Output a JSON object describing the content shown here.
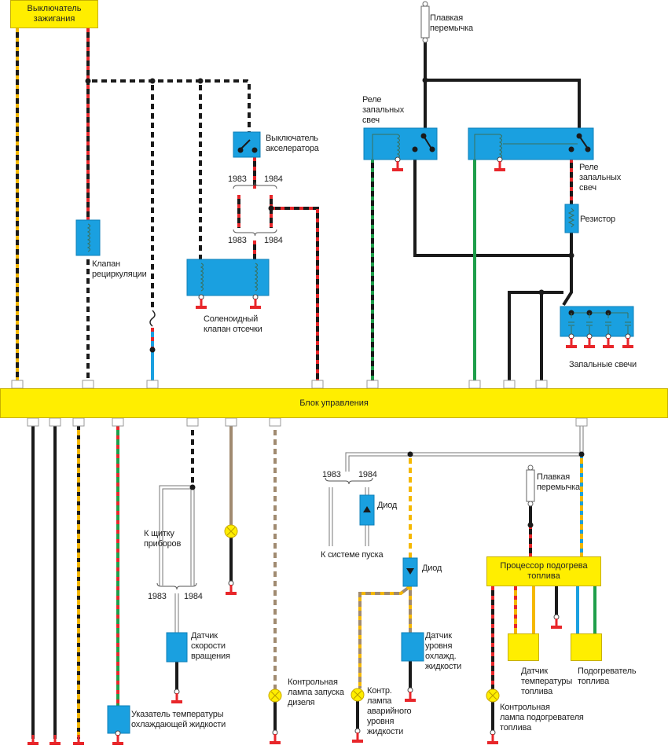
{
  "diagram": {
    "title": "Схема системы управления дизелем",
    "ignition_switch": "Выключатель\nзажигания",
    "control_unit": "Блок управления",
    "fuse_top": "Плавкая\nперемычка",
    "glow_relay_1": "Реле\nзапальных\nсвеч",
    "glow_relay_2": "Реле\nзапальных\nсвеч",
    "resistor": "Резистор",
    "glow_plugs": "Запальные свечи",
    "accel_switch": "Выключатель\nакселератора",
    "recirc_valve": "Клапан\nрециркуляции",
    "solenoid_valve": "Соленоидный\nклапан отсечки",
    "year_1983": "1983",
    "year_1984": "1984",
    "to_dashboard": "К щитку\nприборов",
    "speed_sensor": "Датчик\nскорости\nвращения",
    "coolant_temp_gauge": "Указатель температуры\nохлаждающей жидкости",
    "diesel_start_lamp": "Контрольная\nлампа запуска\nдизеля",
    "diode_1": "Диод",
    "diode_2": "Диод",
    "to_start_system": "К системе пуска",
    "coolant_level_sensor": "Датчик\nуровня\nохлажд.\nжидкости",
    "coolant_level_lamp": "Контр.\nлампа\nаварийного\nуровня\nжидкости",
    "fuse_bottom": "Плавкая\nперемычка",
    "fuel_heat_processor": "Процессор подогрева\nтоплива",
    "fuel_temp_sensor": "Датчик\nтемпературы\nтоплива",
    "fuel_heater": "Подогреватель\nтоплива",
    "fuel_heater_lamp": "Контрольная\nлампа подогревателя\nтоплива"
  },
  "colors": {
    "black": "#1a1a1a",
    "red": "#e8262a",
    "yellow": "#ffee00",
    "orange_yellow": "#f5b800",
    "green": "#1e9e4a",
    "blue": "#1aa0e0",
    "brown": "#a08a70",
    "component_blue": "#1aa0e0",
    "white": "#ffffff"
  }
}
